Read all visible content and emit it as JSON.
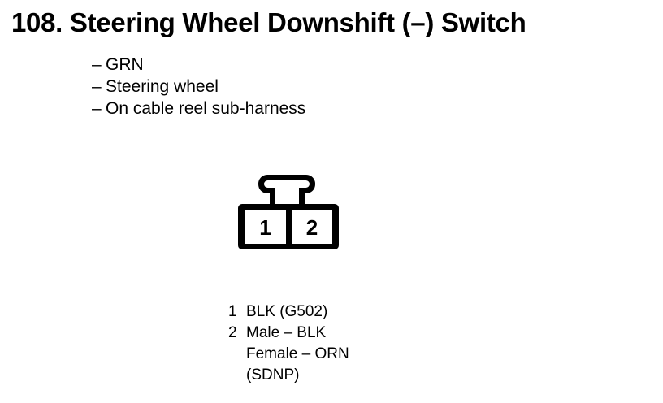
{
  "page": {
    "ink_color": "#000000",
    "background_color": "#ffffff"
  },
  "title": "108. Steering Wheel Downshift (–) Switch",
  "notes": {
    "marker": "–",
    "items": [
      {
        "label": "GRN"
      },
      {
        "label": "Steering wheel"
      },
      {
        "label": "On cable reel sub-harness"
      }
    ]
  },
  "connector": {
    "cavities": [
      {
        "number": "1"
      },
      {
        "number": "2"
      }
    ]
  },
  "legend": {
    "pins": [
      {
        "pin": "1",
        "lines": [
          "BLK (G502)"
        ]
      },
      {
        "pin": "2",
        "lines": [
          "Male – BLK",
          "Female – ORN",
          "(SDNP)"
        ]
      }
    ]
  }
}
